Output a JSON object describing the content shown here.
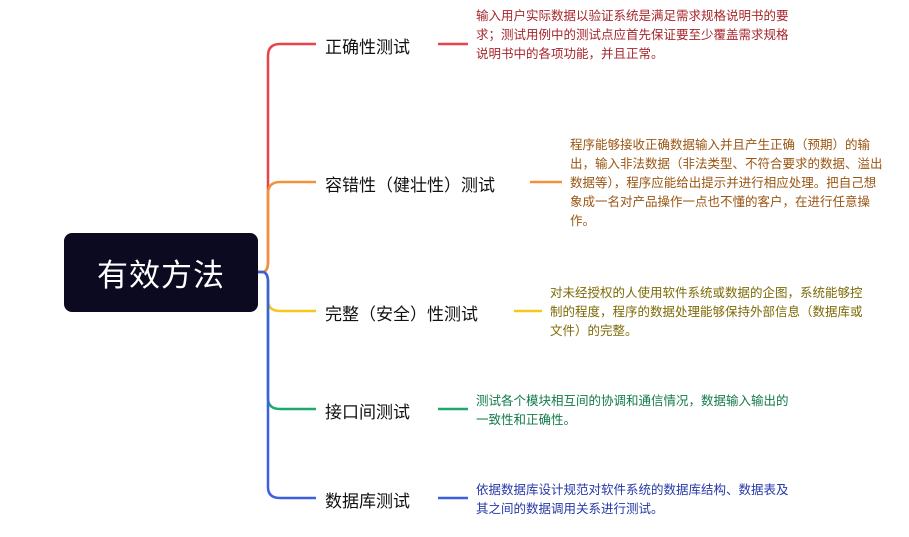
{
  "root": {
    "label": "有效方法"
  },
  "branches": [
    {
      "label": "正确性测试",
      "color": "#e8424a",
      "text_color": "#a5262c",
      "desc": "输入用户实际数据以验证系统是满足需求规格说明书的要求；测试用例中的测试点应首先保证要至少覆盖需求规格说明书中的各项功能，并且正常。"
    },
    {
      "label": "容错性（健壮性）测试",
      "color": "#f2913a",
      "text_color": "#9a5512",
      "desc": "程序能够接收正确数据输入并且产生正确（预期）的输出，输入非法数据（非法类型、不符合要求的数据、溢出数据等），程序应能给出提示并进行相应处理。把自己想象成一名对产品操作一点也不懂的客户，在进行任意操作。"
    },
    {
      "label": "完整（安全）性测试",
      "color": "#f4c81e",
      "text_color": "#7d6a06",
      "desc": "对未经授权的人使用软件系统或数据的企图，系统能够控制的程度，程序的数据处理能够保持外部信息（数据库或文件）的完整。"
    },
    {
      "label": "接口间测试",
      "color": "#1daa6b",
      "text_color": "#137a4b",
      "desc": "测试各个模块相互间的协调和通信情况，数据输入输出的一致性和正确性。"
    },
    {
      "label": "数据库测试",
      "color": "#3f5fe0",
      "text_color": "#2638a6",
      "desc": "依据数据库设计规范对软件系统的数据库结构、数据表及其之间的数据调用关系进行测试。"
    }
  ]
}
